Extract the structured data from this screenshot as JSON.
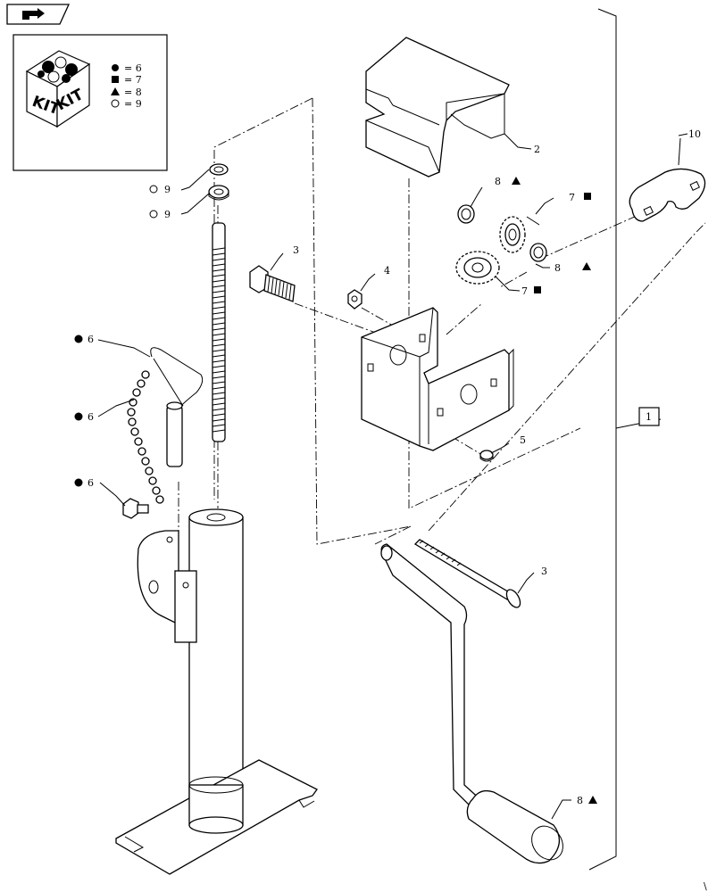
{
  "kit_legend": {
    "box_text_left": "KIT",
    "box_text_right": "KIT",
    "rows": [
      {
        "symbol": "circle-filled",
        "text": "= 6"
      },
      {
        "symbol": "square-filled",
        "text": "= 7"
      },
      {
        "symbol": "triangle-filled",
        "text": "= 8"
      },
      {
        "symbol": "circle-open",
        "text": "= 9"
      }
    ]
  },
  "callouts": {
    "c2": "2",
    "c3a": "3",
    "c3b": "3",
    "c4": "4",
    "c5": "5",
    "c6a": "6",
    "c6b": "6",
    "c6c": "6",
    "c7a": "7",
    "c7b": "7",
    "c8a": "8",
    "c8b": "8",
    "c8c": "8",
    "c9a": "9",
    "c9b": "9",
    "c10": "10",
    "c1": "1"
  },
  "colors": {
    "line": "#000000",
    "background": "#ffffff"
  },
  "icons": {
    "nav": "page-navigation-arrow-icon"
  }
}
